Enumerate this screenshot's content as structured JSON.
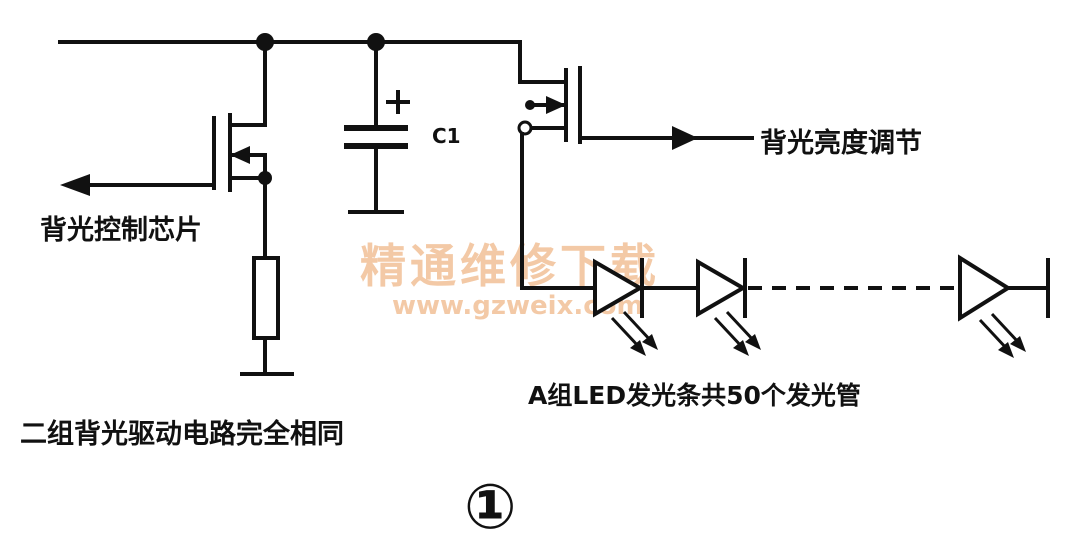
{
  "labels": {
    "output_label": "背光亮度调节",
    "control_chip": "背光控制芯片",
    "capacitor": "C1",
    "led_group": "A组LED发光条共50个发光管",
    "note": "二组背光驱动电路完全相同",
    "figure_number": "①"
  },
  "watermark": {
    "title": "精通维修下载",
    "url": "www.gzweix.com"
  },
  "colors": {
    "ink": "#111111",
    "watermark": "#f3c9a6"
  }
}
